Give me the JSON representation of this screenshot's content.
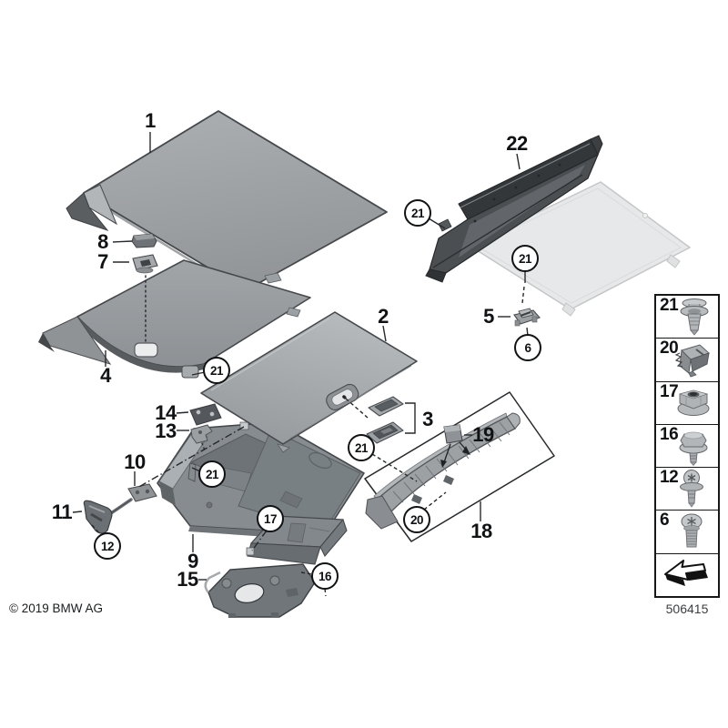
{
  "callouts": {
    "plain": {
      "p1": "1",
      "p2": "2",
      "p3": "3",
      "p4": "4",
      "p5": "5",
      "p7": "7",
      "p8": "8",
      "p9": "9",
      "p10": "10",
      "p11": "11",
      "p13": "13",
      "p14": "14",
      "p15": "15",
      "p18": "18",
      "p19": "19",
      "p22": "22"
    },
    "circled": {
      "c6": "6",
      "c12": "12",
      "c16": "16",
      "c17": "17",
      "c20": "20",
      "c21": "21"
    }
  },
  "legend": {
    "items": [
      {
        "number": "21",
        "icon": "expanding-rivet-icon"
      },
      {
        "number": "20",
        "icon": "clamp-clip-icon"
      },
      {
        "number": "17",
        "icon": "flange-nut-icon"
      },
      {
        "number": "16",
        "icon": "washer-screw-icon"
      },
      {
        "number": "12",
        "icon": "torx-washer-screw-icon"
      },
      {
        "number": "6",
        "icon": "pan-head-screw-icon"
      },
      {
        "number": "",
        "icon": "page-forward-arrow-icon"
      }
    ]
  },
  "footer": {
    "copyright": "© 2019 BMW AG",
    "diagram_number": "506415"
  },
  "colors": {
    "background": "#ffffff",
    "line": "#26292b",
    "panel_gray": "#a4a7aa",
    "panel_dark": "#4b4f52",
    "ghost_panel": "#e7e8e9"
  }
}
